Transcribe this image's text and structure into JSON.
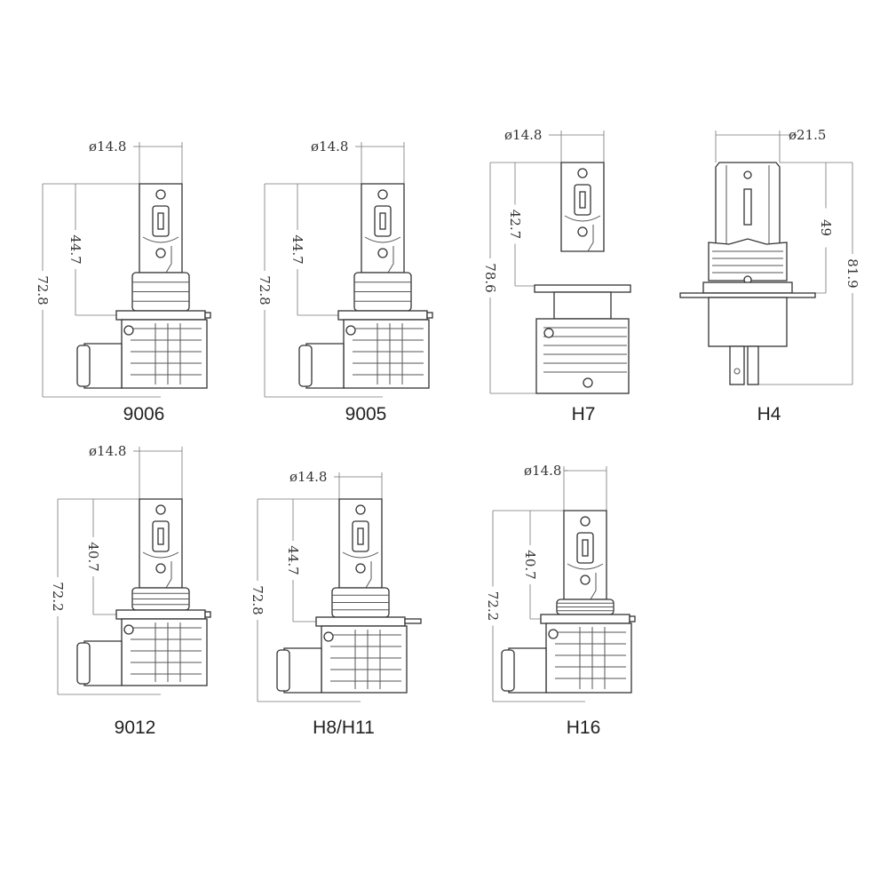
{
  "diagram": {
    "bulbs": [
      {
        "name": "9006",
        "diameter": "ø14.8",
        "inner_height": "44.7",
        "total_height": "72.8"
      },
      {
        "name": "9005",
        "diameter": "ø14.8",
        "inner_height": "44.7",
        "total_height": "72.8"
      },
      {
        "name": "H7",
        "diameter": "ø14.8",
        "inner_height": "42.7",
        "total_height": "78.6"
      },
      {
        "name": "H4",
        "diameter": "ø21.5",
        "inner_height": "49",
        "total_height": "81.9"
      },
      {
        "name": "9012",
        "diameter": "ø14.8",
        "inner_height": "40.7",
        "total_height": "72.2"
      },
      {
        "name": "H8/H11",
        "diameter": "ø14.8",
        "inner_height": "44.7",
        "total_height": "72.8"
      },
      {
        "name": "H16",
        "diameter": "ø14.8",
        "inner_height": "40.7",
        "total_height": "72.2"
      }
    ]
  }
}
